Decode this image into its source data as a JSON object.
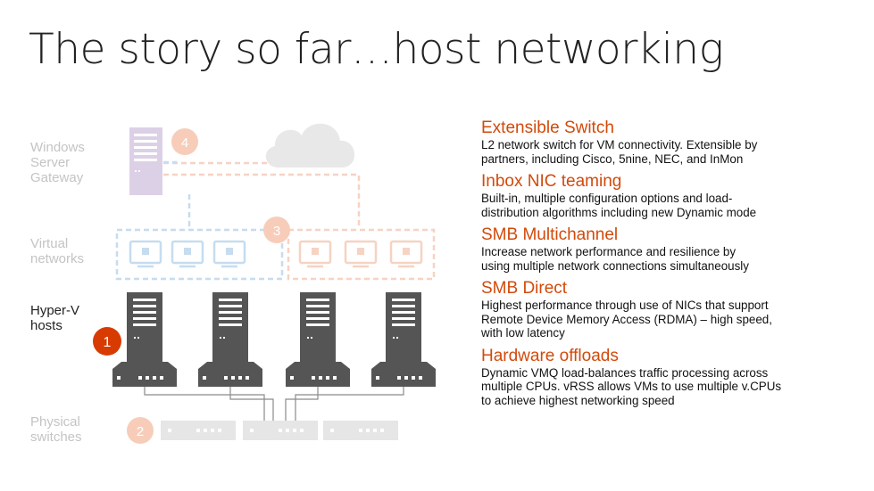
{
  "title": "The story so far…host networking",
  "labels": {
    "gateway": "Windows\nServer\nGateway",
    "virtual": "Virtual\nnetworks",
    "hosts": "Hyper-V\nhosts",
    "physical": "Physical\nswitches"
  },
  "badges": {
    "b1": "1",
    "b2": "2",
    "b3": "3",
    "b4": "4"
  },
  "features": [
    {
      "title": "Extensible Switch",
      "desc": "L2 network switch for VM connectivity. Extensible by partners, including Cisco, 5nine, NEC, and InMon"
    },
    {
      "title": "Inbox NIC teaming",
      "desc": "Built-in, multiple configuration options and load-distribution algorithms including new Dynamic mode"
    },
    {
      "title": "SMB Multichannel",
      "desc": "Increase network performance and resilience by using multiple network connections simultaneously"
    },
    {
      "title": "SMB Direct",
      "desc": "Highest performance through use of NICs that support Remote Device Memory Access (RDMA) – high speed, with low latency"
    },
    {
      "title": "Hardware offloads",
      "desc": "Dynamic VMQ load-balances traffic processing across multiple CPUs. vRSS allows VMs to use multiple v.CPUs to achieve highest networking speed"
    }
  ],
  "colors": {
    "accent": "#d24a0a",
    "server": "#555555",
    "blue_dash": "#c6dcef",
    "orange_dash": "#f6d3c2",
    "gateway": "#dcd0e6",
    "faded_text": "#c4c4c4",
    "badge_faded": "#f7cdb9",
    "badge_strong": "#d83b01"
  }
}
